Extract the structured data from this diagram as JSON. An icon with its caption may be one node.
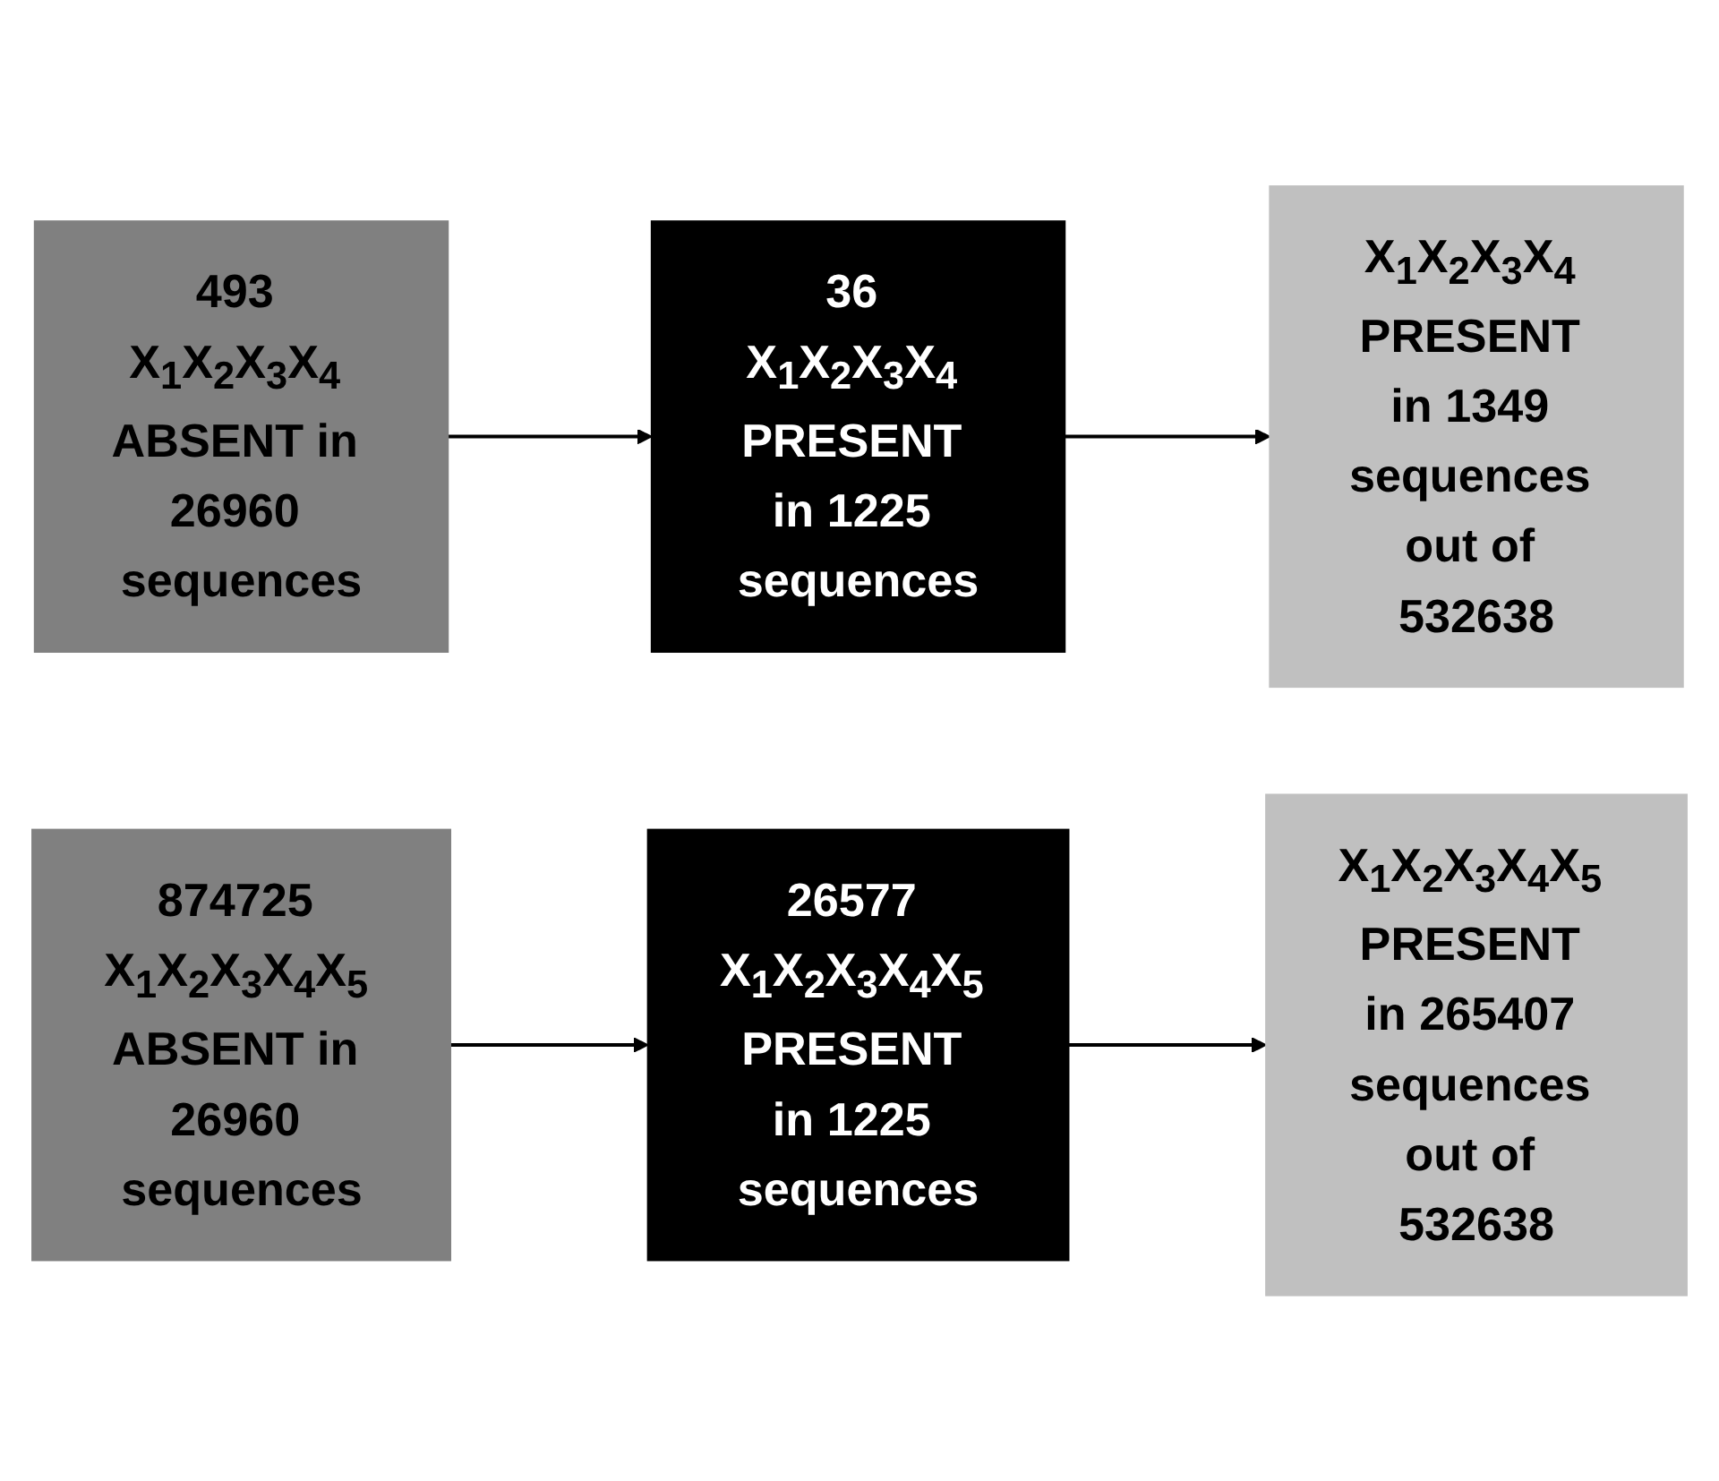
{
  "diagram": {
    "nodes": [
      {
        "text": [
          "493 X$_{1}$X$_{2}$X$_{3}$X$_{4}$ ABSENT in 26960 sequences"
        ]
      },
      {
        "text": [
          "36 X$_{1}$X$_{2}$X$_{3}$X$_{4}$ PRESENT in 1225 sequences"
        ]
      },
      {
        "text": [
          "X$_{1}$X$_{2}$X$_{3}$X$_{4}$ PRESENT in 1349 sequences out of 532638"
        ]
      },
      {
        "text": [
          "874725 X$_{1}$X$_{2}$X$_{3}$X$_{4}$X$_{5}$ ABSENT in 26960 sequences"
        ]
      },
      {
        "text": [
          "26577 X$_{1}$X$_{2}$X$_{3}$X$_{4}$X$_{5}$ PRESENT in 1225 sequences"
        ]
      },
      {
        "text": [
          "X$_{1}$X$_{2}$X$_{3}$X$_{4}$X$_{5}$ PRESENT in 265407 sequences out of 532638"
        ]
      }
    ],
    "edges": [
      {
        "from": 0,
        "to": 1,
        "arrow": "to"
      },
      {
        "from": 1,
        "to": 2,
        "arrow": "to"
      },
      {
        "from": 3,
        "to": 4,
        "arrow": "to"
      },
      {
        "from": 4,
        "to": 5,
        "arrow": "to"
      }
    ]
  }
}
